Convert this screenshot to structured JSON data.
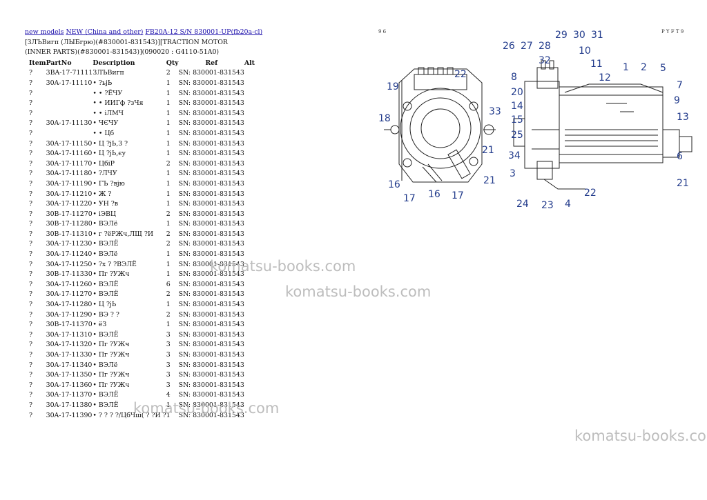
{
  "breadcrumb": {
    "link1": "new models",
    "link2": "NEW (China and other)",
    "link3": "FB20A-12 S/N 830001-UP(fb20a-cl)"
  },
  "title": "[ЗЛЪВигп (ЛЫБгрю)(#830001-831543)][TRACTION MOTOR (INNER PARTS)(#830001-831543)](090020 : G4110-51A0)",
  "table": {
    "headers": {
      "item": "Item",
      "partno": "PartNo",
      "description": "Description",
      "qty": "Qty",
      "ref": "Ref",
      "alt": "Alt"
    },
    "rows": [
      {
        "item": "?",
        "partno": "3BA-17-71111",
        "desc": "ЗЛЪВигп",
        "qty": "2",
        "ref": "SN: 830001-831543"
      },
      {
        "item": "?",
        "partno": "30A-17-11110",
        "desc": "• ?ьjЬ",
        "qty": "1",
        "ref": "SN: 830001-831543"
      },
      {
        "item": "?",
        "partno": "",
        "desc": "• • ?ЁЧУ",
        "qty": "1",
        "ref": "SN: 830001-831543"
      },
      {
        "item": "?",
        "partno": "",
        "desc": "• • ИИГф ?зЧя",
        "qty": "1",
        "ref": "SN: 830001-831543"
      },
      {
        "item": "?",
        "partno": "",
        "desc": "• • іЛМЧ",
        "qty": "1",
        "ref": "SN: 830001-831543"
      },
      {
        "item": "?",
        "partno": "30A-17-11130",
        "desc": "• ЧЄЧУ",
        "qty": "1",
        "ref": "SN: 830001-831543"
      },
      {
        "item": "?",
        "partno": "",
        "desc": "• • Цб",
        "qty": "1",
        "ref": "SN: 830001-831543"
      },
      {
        "item": "?",
        "partno": "30A-17-11150",
        "desc": "• Ц ?jЬ,З ?",
        "qty": "1",
        "ref": "SN: 830001-831543"
      },
      {
        "item": "?",
        "partno": "30A-17-11160",
        "desc": "• Ц ?jЬ,єу",
        "qty": "1",
        "ref": "SN: 830001-831543"
      },
      {
        "item": "?",
        "partno": "30A-17-11170",
        "desc": "• ЦбіР",
        "qty": "2",
        "ref": "SN: 830001-831543"
      },
      {
        "item": "?",
        "partno": "30A-17-11180",
        "desc": "• ?ЛЧУ",
        "qty": "1",
        "ref": "SN: 830001-831543"
      },
      {
        "item": "?",
        "partno": "30A-17-11190",
        "desc": "• ГЪ ?вјю",
        "qty": "1",
        "ref": "SN: 830001-831543"
      },
      {
        "item": "?",
        "partno": "30A-17-11210",
        "desc": "• Ж ?",
        "qty": "1",
        "ref": "SN: 830001-831543"
      },
      {
        "item": "?",
        "partno": "30A-17-11220",
        "desc": "• УН ?в",
        "qty": "1",
        "ref": "SN: 830001-831543"
      },
      {
        "item": "?",
        "partno": "30B-17-11270",
        "desc": "• іЭВЦ",
        "qty": "2",
        "ref": "SN: 830001-831543"
      },
      {
        "item": "?",
        "partno": "30B-17-11280",
        "desc": "• ВЭЛё",
        "qty": "1",
        "ref": "SN: 830001-831543"
      },
      {
        "item": "?",
        "partno": "30B-17-11310",
        "desc": "• г ?ёРЖч,ЛЩ ?И",
        "qty": "2",
        "ref": "SN: 830001-831543"
      },
      {
        "item": "?",
        "partno": "30A-17-11230",
        "desc": "• ВЭЛЁ",
        "qty": "2",
        "ref": "SN: 830001-831543"
      },
      {
        "item": "?",
        "partno": "30A-17-11240",
        "desc": "• ВЭЛё",
        "qty": "1",
        "ref": "SN: 830001-831543"
      },
      {
        "item": "?",
        "partno": "30A-17-11250",
        "desc": "• ?х ? ?ВЭЛЁ",
        "qty": "1",
        "ref": "SN: 830001-831543"
      },
      {
        "item": "?",
        "partno": "30B-17-11330",
        "desc": "• Пг ?УЖч",
        "qty": "1",
        "ref": "SN: 830001-831543"
      },
      {
        "item": "?",
        "partno": "30A-17-11260",
        "desc": "• ВЭЛЁ",
        "qty": "6",
        "ref": "SN: 830001-831543"
      },
      {
        "item": "?",
        "partno": "30A-17-11270",
        "desc": "• ВЭЛЁ",
        "qty": "2",
        "ref": "SN: 830001-831543"
      },
      {
        "item": "?",
        "partno": "30A-17-11280",
        "desc": "• Ц ?jЬ",
        "qty": "1",
        "ref": "SN: 830001-831543"
      },
      {
        "item": "?",
        "partno": "30A-17-11290",
        "desc": "• ВЭ ? ?",
        "qty": "2",
        "ref": "SN: 830001-831543"
      },
      {
        "item": "?",
        "partno": "30B-17-11370",
        "desc": "• ёЗ",
        "qty": "1",
        "ref": "SN: 830001-831543"
      },
      {
        "item": "?",
        "partno": "30A-17-11310",
        "desc": "• ВЭЛЁ",
        "qty": "3",
        "ref": "SN: 830001-831543"
      },
      {
        "item": "?",
        "partno": "30A-17-11320",
        "desc": "• Пг ?УЖч",
        "qty": "3",
        "ref": "SN: 830001-831543"
      },
      {
        "item": "?",
        "partno": "30A-17-11330",
        "desc": "• Пг ?УЖч",
        "qty": "3",
        "ref": "SN: 830001-831543"
      },
      {
        "item": "?",
        "partno": "30A-17-11340",
        "desc": "• ВЭЛё",
        "qty": "3",
        "ref": "SN: 830001-831543"
      },
      {
        "item": "?",
        "partno": "30A-17-11350",
        "desc": "• Пг ?УЖч",
        "qty": "3",
        "ref": "SN: 830001-831543"
      },
      {
        "item": "?",
        "partno": "30A-17-11360",
        "desc": "• Пг ?УЖч",
        "qty": "3",
        "ref": "SN: 830001-831543"
      },
      {
        "item": "?",
        "partno": "30A-17-11370",
        "desc": "• ВЭЛЁ",
        "qty": "4",
        "ref": "SN: 830001-831543"
      },
      {
        "item": "?",
        "partno": "30A-17-11380",
        "desc": "• ВЭЛЁ",
        "qty": "1",
        "ref": "SN: 830001-831543"
      },
      {
        "item": "?",
        "partno": "30A-17-11390",
        "desc": "• ? ? ? ?/ЦбЧш( ? ?И ?",
        "qty": "1",
        "ref": "SN: 830001-831543"
      }
    ]
  },
  "watermarks": [
    "komatsu-books.com",
    "komatsu-books.com",
    "komatsu-books.com",
    "komatsu-books.co"
  ],
  "diagram": {
    "callouts": [
      "29",
      "30",
      "31",
      "26",
      "27",
      "28",
      "10",
      "11",
      "12",
      "32",
      "1",
      "2",
      "5",
      "7",
      "9",
      "13",
      "6",
      "21",
      "8",
      "20",
      "14",
      "15",
      "25",
      "34",
      "3",
      "24",
      "23",
      "4",
      "22",
      "22",
      "19",
      "33",
      "18",
      "21",
      "16",
      "17",
      "16",
      "17",
      "21"
    ],
    "corner_left": "9 6",
    "corner_right": "P Y F T 9",
    "callout_color": "#233c8c"
  }
}
